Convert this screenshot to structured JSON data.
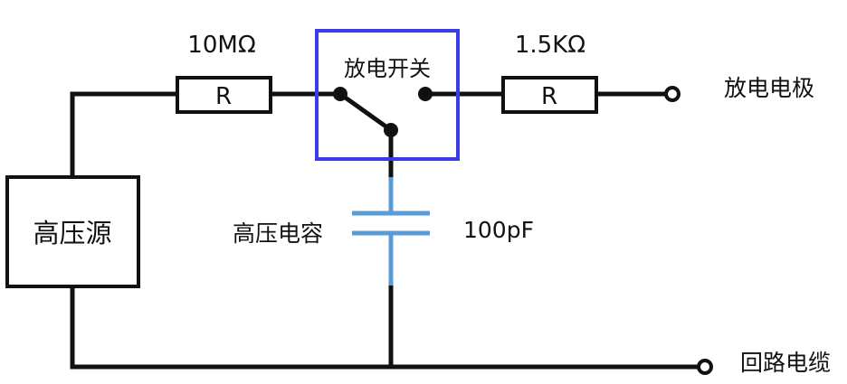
{
  "labels": {
    "source": "高压源",
    "resistor_left_value": "10MΩ",
    "resistor_left_symbol": "R",
    "switch": "放电开关",
    "resistor_right_value": "1.5KΩ",
    "resistor_right_symbol": "R",
    "electrode": "放电电极",
    "capacitor": "高压电容",
    "capacitor_value": "100pF",
    "return_cable": "回路电缆"
  },
  "colors": {
    "wire": "#111111",
    "switch_box": "#3a3ae6",
    "capacitor": "#5b9bd5"
  }
}
